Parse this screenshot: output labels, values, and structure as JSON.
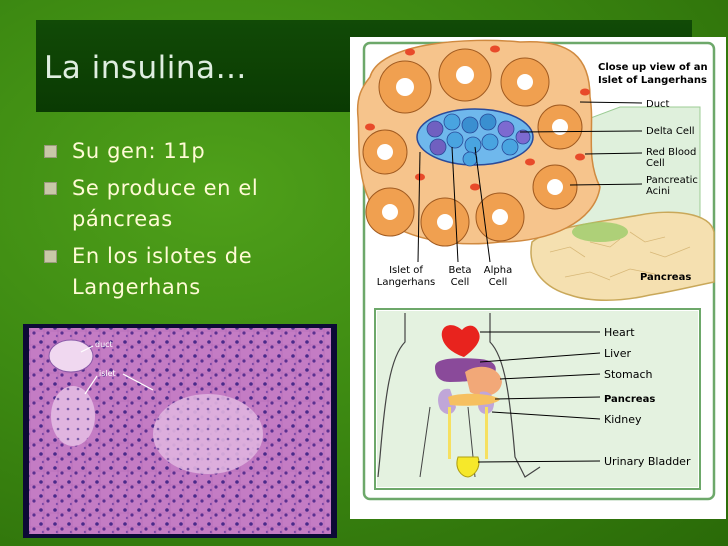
{
  "slide": {
    "title": "La insulina…",
    "bullets": [
      {
        "line1": "Su gen: 11p",
        "line2": ""
      },
      {
        "line1": "Se produce en el",
        "line2": "páncreas"
      },
      {
        "line1": "En los islotes de",
        "line2": "Langerhans"
      }
    ]
  },
  "diagram": {
    "caption_line1": "Close up view of an",
    "caption_line2": "Islet of Langerhans",
    "labels_right": {
      "duct": "Duct",
      "delta": "Delta Cell",
      "rbc1": "Red Blood",
      "rbc2": "Cell",
      "acini1": "Pancreatic",
      "acini2": "Acini"
    },
    "labels_bottom": {
      "islet1": "Islet of",
      "islet2": "Langerhans",
      "beta1": "Beta",
      "beta2": "Cell",
      "alpha1": "Alpha",
      "alpha2": "Cell"
    },
    "pancreas_label": "Pancreas",
    "organs": {
      "heart": "Heart",
      "liver": "Liver",
      "stomach": "Stomach",
      "pancreas": "Pancreas",
      "kidney": "Kidney",
      "bladder": "Urinary Bladder"
    }
  },
  "photo": {
    "duct_label": "duct",
    "islet_label": "islet"
  },
  "colors": {
    "background_green": "#3d8a12",
    "title_bar": "#0f4405",
    "bullet_text": "#fffbd5",
    "acini_orange": "#f4a35a",
    "alpha_blue": "#49a4e0",
    "delta_purple": "#7060c0",
    "red_blood_cell": "#e84a2a",
    "tissue_pink": "#c87dc8"
  }
}
